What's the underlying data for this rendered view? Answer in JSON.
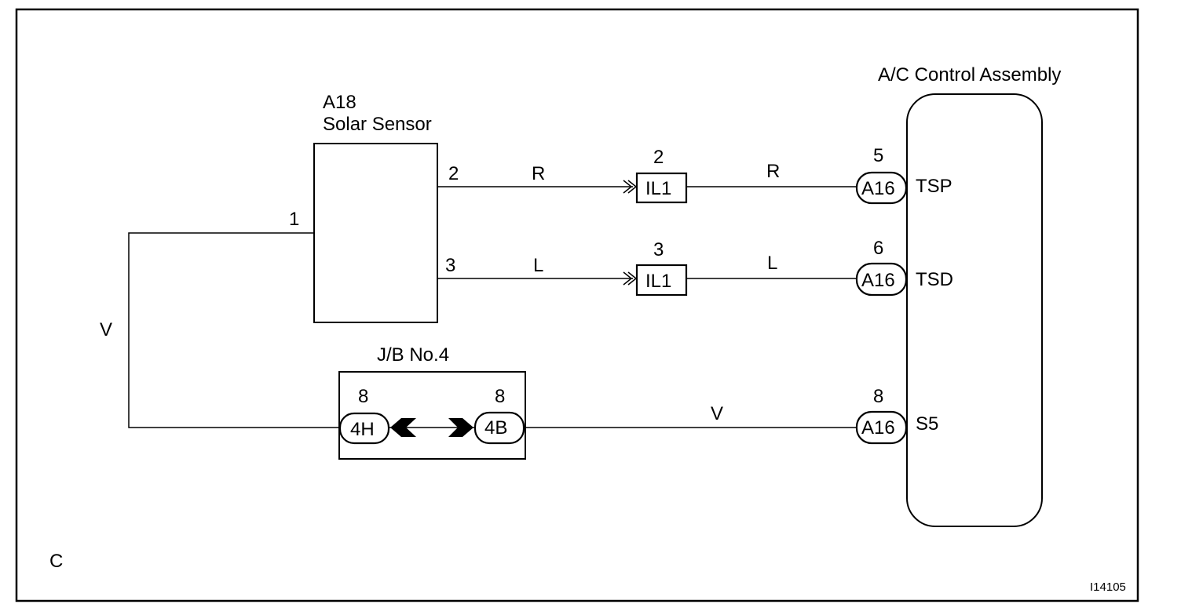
{
  "components": {
    "solar_sensor": {
      "code": "A18",
      "name": "Solar Sensor"
    },
    "ac_control": {
      "name": "A/C Control Assembly"
    },
    "jb": {
      "name": "J/B No.4"
    }
  },
  "pins": {
    "sensor_pin1": "1",
    "sensor_pin2": "2",
    "sensor_pin3": "3",
    "il1_top_pin": "2",
    "il1_bottom_pin": "3",
    "a16_tsp_pin": "5",
    "a16_tsd_pin": "6",
    "a16_s5_pin": "8",
    "jb_4h_pin": "8",
    "jb_4b_pin": "8"
  },
  "connectors": {
    "il1_top": "IL1",
    "il1_bottom": "IL1",
    "a16_tsp": "A16",
    "a16_tsd": "A16",
    "a16_s5": "A16",
    "jb_4h": "4H",
    "jb_4b": "4B"
  },
  "terminals": {
    "tsp": "TSP",
    "tsd": "TSD",
    "s5": "S5"
  },
  "wire_colors": {
    "r_left": "R",
    "r_right": "R",
    "l_left": "L",
    "l_right": "L",
    "v_left": "V",
    "v_bottom": "V"
  },
  "corner_label": "C",
  "figure_id": "I14105"
}
